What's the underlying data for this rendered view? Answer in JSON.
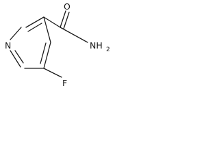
{
  "molecule": {
    "atoms": {
      "ring_nitrogen": "N",
      "carbonyl_oxygen": "O",
      "amide_nitrogen": "NH",
      "amide_subscript": "2",
      "fluorine": "F"
    },
    "bond_color": "#1a1a1a"
  }
}
